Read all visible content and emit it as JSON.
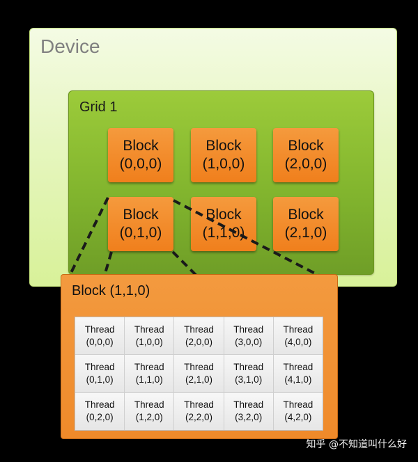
{
  "device": {
    "label": "Device"
  },
  "grid": {
    "label": "Grid 1"
  },
  "blocks": [
    {
      "line1": "Block",
      "line2": "(0,0,0)"
    },
    {
      "line1": "Block",
      "line2": "(1,0,0)"
    },
    {
      "line1": "Block",
      "line2": "(2,0,0)"
    },
    {
      "line1": "Block",
      "line2": "(0,1,0)"
    },
    {
      "line1": "Block",
      "line2": "(1,1,0)"
    },
    {
      "line1": "Block",
      "line2": "(2,1,0)"
    }
  ],
  "detail": {
    "label": "Block (1,1,0)",
    "threads": [
      {
        "line1": "Thread",
        "line2": "(0,0,0)"
      },
      {
        "line1": "Thread",
        "line2": "(1,0,0)"
      },
      {
        "line1": "Thread",
        "line2": "(2,0,0)"
      },
      {
        "line1": "Thread",
        "line2": "(3,0,0)"
      },
      {
        "line1": "Thread",
        "line2": "(4,0,0)"
      },
      {
        "line1": "Thread",
        "line2": "(0,1,0)"
      },
      {
        "line1": "Thread",
        "line2": "(1,1,0)"
      },
      {
        "line1": "Thread",
        "line2": "(2,1,0)"
      },
      {
        "line1": "Thread",
        "line2": "(3,1,0)"
      },
      {
        "line1": "Thread",
        "line2": "(4,1,0)"
      },
      {
        "line1": "Thread",
        "line2": "(0,2,0)"
      },
      {
        "line1": "Thread",
        "line2": "(1,2,0)"
      },
      {
        "line1": "Thread",
        "line2": "(2,2,0)"
      },
      {
        "line1": "Thread",
        "line2": "(3,2,0)"
      },
      {
        "line1": "Thread",
        "line2": "(4,2,0)"
      }
    ]
  },
  "watermark": {
    "text": "知乎 @不知道叫什么好"
  },
  "colors": {
    "device_fill": "#e6f6bf",
    "grid_fill": "#82b52e",
    "block_fill": "#f07f1c",
    "thread_fill": "#eeeeee",
    "connector": "#1a1a1a"
  }
}
